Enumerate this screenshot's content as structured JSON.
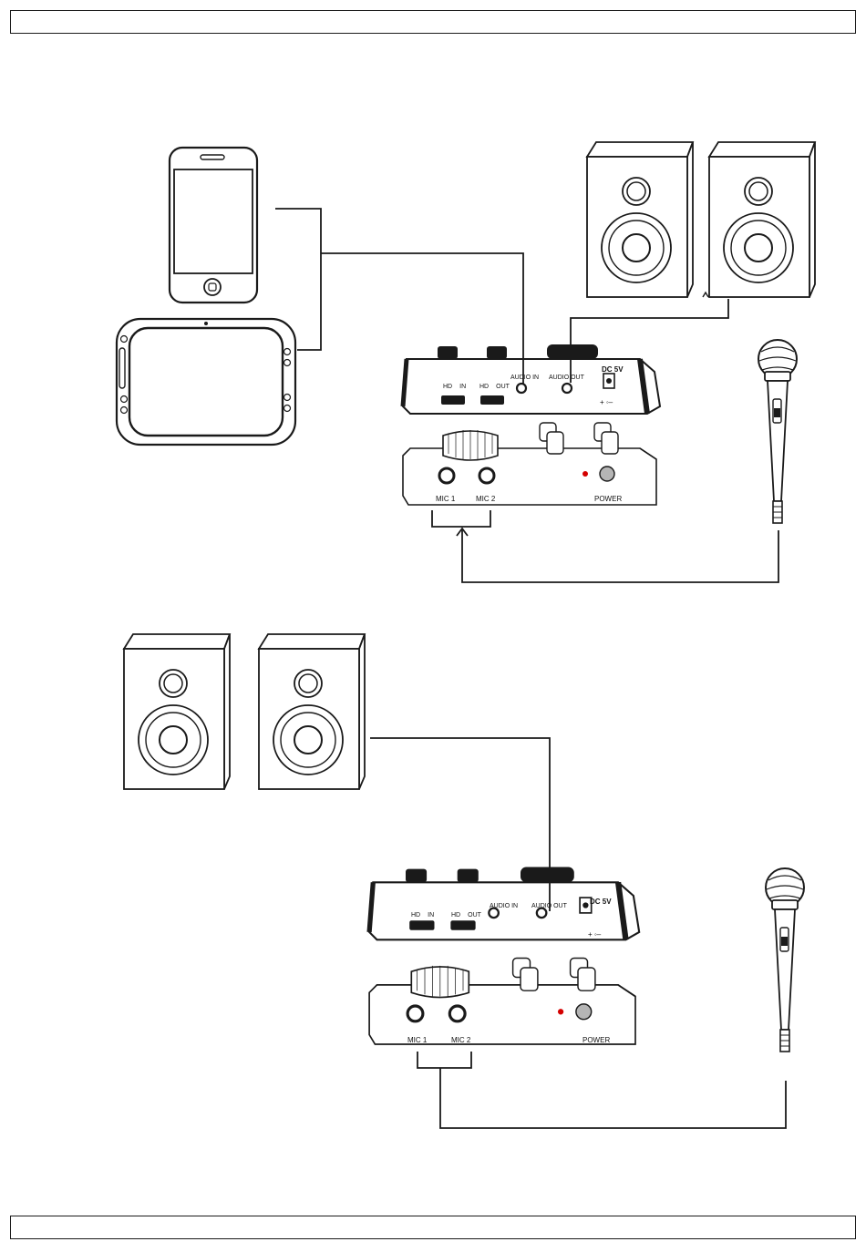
{
  "ports": {
    "hd_in_top": "HD",
    "in": "IN",
    "hd_out_top": "HD",
    "out": "OUT",
    "audio_in": "AUDIO IN",
    "audio_out": "AUDIO OUT",
    "dc": "DC 5V",
    "polarity": "+ ◦–"
  },
  "front": {
    "mic1": "MIC 1",
    "mic2": "MIC 2",
    "power": "POWER"
  },
  "colors": {
    "line": "#1a1a1a",
    "led": "#d40000"
  }
}
